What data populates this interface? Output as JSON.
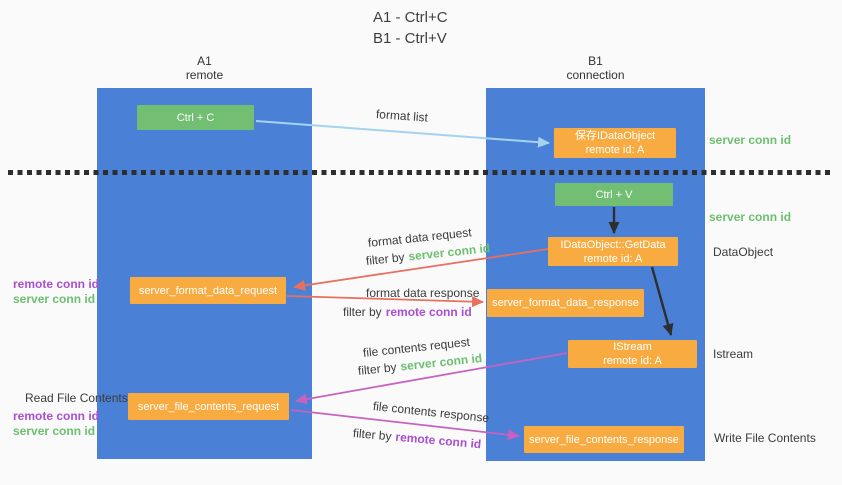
{
  "title": {
    "line1": "A1 - Ctrl+C",
    "line2": "B1 - Ctrl+V"
  },
  "lifelines": {
    "left": {
      "name": "A1",
      "role": "remote"
    },
    "right": {
      "name": "B1",
      "role": "connection"
    }
  },
  "nodes": {
    "ctrl_c": {
      "label": "Ctrl + C"
    },
    "ctrl_v": {
      "label": "Ctrl + V"
    },
    "save_dataobject": {
      "line1": "保存IDataObject",
      "line2": "remote id: A"
    },
    "getdata": {
      "line1": "IDataObject::GetData",
      "line2": "remote id: A"
    },
    "istream": {
      "line1": "IStream",
      "line2": "remote id: A"
    },
    "format_request": {
      "label": "server_format_data_request"
    },
    "format_response": {
      "label": "server_format_data_response"
    },
    "file_request": {
      "label": "server_file_contents_request"
    },
    "file_response": {
      "label": "server_file_contents_response"
    }
  },
  "arrow_labels": {
    "format_list": "format list",
    "format_data_request": "format data request",
    "format_data_response": "format data response",
    "file_contents_request": "file contents request",
    "file_contents_response": "file contents response",
    "filter_by": "filter by",
    "server_conn_id": "server conn id",
    "remote_conn_id": "remote conn id"
  },
  "annotations": {
    "right_conn_top": "server conn id",
    "right_conn_mid": "server conn id",
    "dataobject": "DataObject",
    "istream": "Istream",
    "write_file": "Write File Contents",
    "read_file": "Read File Contents",
    "left_top": {
      "remote": "remote conn id",
      "server": "server conn id"
    },
    "left_bottom": {
      "remote": "remote conn id",
      "server": "server conn id"
    }
  },
  "colors": {
    "background": "#fafafa",
    "lifeline_blue": "#4a80d6",
    "node_green": "#72bf73",
    "node_orange": "#f8ab40",
    "text_green": "#6dbf70",
    "text_purple": "#ab4fd1",
    "text_dark": "#3b3b3b",
    "arrow_blue": "#a5d3ef",
    "arrow_red": "#e8705f",
    "arrow_magenta": "#c862c0",
    "arrow_black": "#2e2e2e"
  }
}
